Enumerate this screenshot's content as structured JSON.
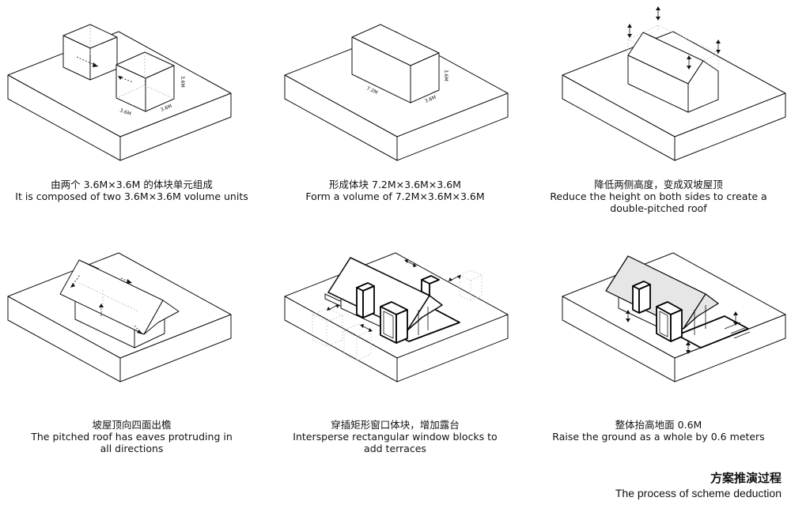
{
  "panels": [
    {
      "zh": "由两个 3.6M×3.6M 的体块单元组成",
      "en": "It is composed of two 3.6M×3.6M volume units",
      "dims": [
        "3.6M",
        "3.6M",
        "3.6M"
      ]
    },
    {
      "zh": "形成体块 7.2M×3.6M×3.6M",
      "en": "Form a volume of 7.2M×3.6M×3.6M",
      "dims": [
        "7.2M",
        "3.6M",
        "3.6M"
      ]
    },
    {
      "zh": "降低两侧高度，变成双坡屋顶",
      "en": "Reduce the height on both sides to create a\ndouble-pitched roof"
    },
    {
      "zh": "坡屋顶向四面出檐",
      "en": "The pitched roof has eaves protruding in\nall directions"
    },
    {
      "zh": "穿插矩形窗口体块，增加露台",
      "en": "Intersperse rectangular window blocks to\nadd terraces"
    },
    {
      "zh": "整体抬高地面 0.6M",
      "en": "Raise the ground as a whole by 0.6 meters"
    }
  ],
  "footer": {
    "zh": "方案推演过程",
    "en": "The process of scheme deduction"
  }
}
